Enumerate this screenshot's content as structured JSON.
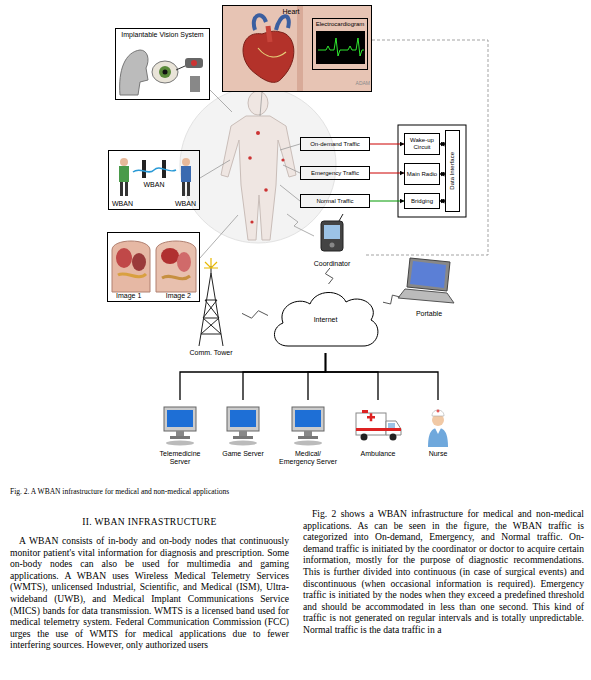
{
  "diagram": {
    "caption": "Fig. 2. A WBAN infrastructure for medical and non-medical applications",
    "nodes": [
      {
        "text": [
          "Implantable Vision System"
        ]
      },
      {
        "text": [
          "Heart"
        ]
      },
      {
        "text": [
          "Electrocardiogram"
        ],
        "in": 1
      },
      {
        "text": [
          "WBAN",
          "WBAN",
          "WBAN"
        ]
      },
      {
        "text": [
          "Image 1",
          "Image 2"
        ]
      },
      {
        "text": [
          "On-demand Traffic"
        ]
      },
      {
        "text": [
          "Emergency Traffic"
        ]
      },
      {
        "text": [
          "Normal Traffic"
        ]
      },
      {
        "text": [
          "Wake-up Circuit"
        ]
      },
      {
        "text": [
          "Main Radio"
        ]
      },
      {
        "text": [
          "Bridging"
        ]
      },
      {
        "text": [
          "Data Interface"
        ]
      },
      {
        "text": [
          "Coordinator"
        ]
      },
      {
        "text": [
          "Internet"
        ]
      },
      {
        "text": [
          "Comm. Tower"
        ]
      },
      {
        "text": [
          "Portable"
        ]
      },
      {
        "text": [
          "Telemedicine Server"
        ]
      },
      {
        "text": [
          "Game Server"
        ]
      },
      {
        "text": [
          "Medical/ Emergency Server"
        ]
      },
      {
        "text": [
          "Ambulance"
        ]
      },
      {
        "text": [
          "Nurse"
        ]
      }
    ],
    "edges": [
      {
        "from": 5,
        "to": 8,
        "arrow": "to"
      },
      {
        "from": 6,
        "to": 9,
        "arrow": "to"
      },
      {
        "from": 7,
        "to": 10,
        "arrow": "to"
      },
      {
        "from": 8,
        "to": 11,
        "arrow": "both"
      },
      {
        "from": 9,
        "to": 11,
        "arrow": "both"
      },
      {
        "from": 10,
        "to": 11,
        "arrow": "both"
      },
      {
        "from": 12,
        "to": 13,
        "arrow": "none"
      },
      {
        "from": 14,
        "to": 13,
        "arrow": "none"
      },
      {
        "from": 15,
        "to": 13,
        "arrow": "none"
      },
      {
        "from": 13,
        "to": 16,
        "arrow": "none"
      },
      {
        "from": 13,
        "to": 17,
        "arrow": "none"
      },
      {
        "from": 13,
        "to": 18,
        "arrow": "none"
      },
      {
        "from": 13,
        "to": 19,
        "arrow": "none"
      },
      {
        "from": 13,
        "to": 20,
        "arrow": "none"
      }
    ],
    "labels": [
      "ADAM",
      "II. WBAN INFRASTRUCTURE",
      "A WBAN consists of in-body and on-body nodes that continuously monitor patient's vital information for diagnosis and prescription. Some on-body nodes can also be used for multimedia and gaming applications. A WBAN uses Wireless Medical Telemetry Services (WMTS), unlicensed Industrial, Scientific, and Medical (ISM), Ultra-wideband (UWB), and Medical Implant Communications Service (MICS) bands for data transmission. WMTS is a licensed band used for medical telemetry system. Federal Communication Commission (FCC) urges the use of WMTS for medical applications due to fewer interfering sources. However, only authorized users",
      "Fig. 2 shows a WBAN infrastructure for medical and non-medical applications. As can be seen in the figure, the WBAN traffic is categorized into On-demand, Emergency, and Normal traffic. On-demand traffic is initiated by the coordinator or doctor to acquire certain information, mostly for the purpose of diagnostic recommendations. This is further divided into continuous (in case of surgical events) and discontinuous (when occasional information is required). Emergency traffic is initiated by the nodes when they exceed a predefined threshold and should be accommodated in less than one second. This kind of traffic is not generated on regular intervals and is totally unpredictable. Normal traffic is the data traffic in a"
    ]
  }
}
